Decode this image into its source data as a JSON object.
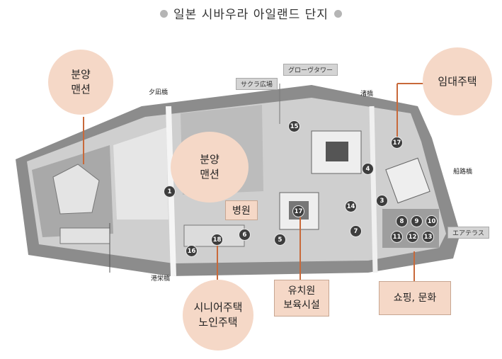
{
  "title": "일본 시바우라 아일랜드 단지",
  "callouts": {
    "bunyang_1": "분양\n맨션",
    "bunyang_2": "분양\n맨션",
    "rental": "임대주택",
    "senior": "시니어주택\n노인주택",
    "kindergarten": "유치원\n보육시설",
    "shopping": "쇼핑, 문화",
    "hospital": "병원"
  },
  "signs": {
    "sakura": "サクラ広場",
    "grove": "グローヴタワー",
    "terrace": "エアテラス"
  },
  "bridges": {
    "yugiri": "夕凪橋",
    "nagisa": "渚橋",
    "funaji": "船路橋",
    "kouei": "港栄橋"
  },
  "markers": [
    "1",
    "4",
    "3",
    "5",
    "6",
    "7",
    "8",
    "9",
    "10",
    "11",
    "12",
    "13",
    "14",
    "15",
    "16",
    "17",
    "17",
    "18"
  ],
  "colors": {
    "callout_fill": "#f5d8c7",
    "leader": "#c8693a",
    "marker": "#3d3d3d"
  }
}
